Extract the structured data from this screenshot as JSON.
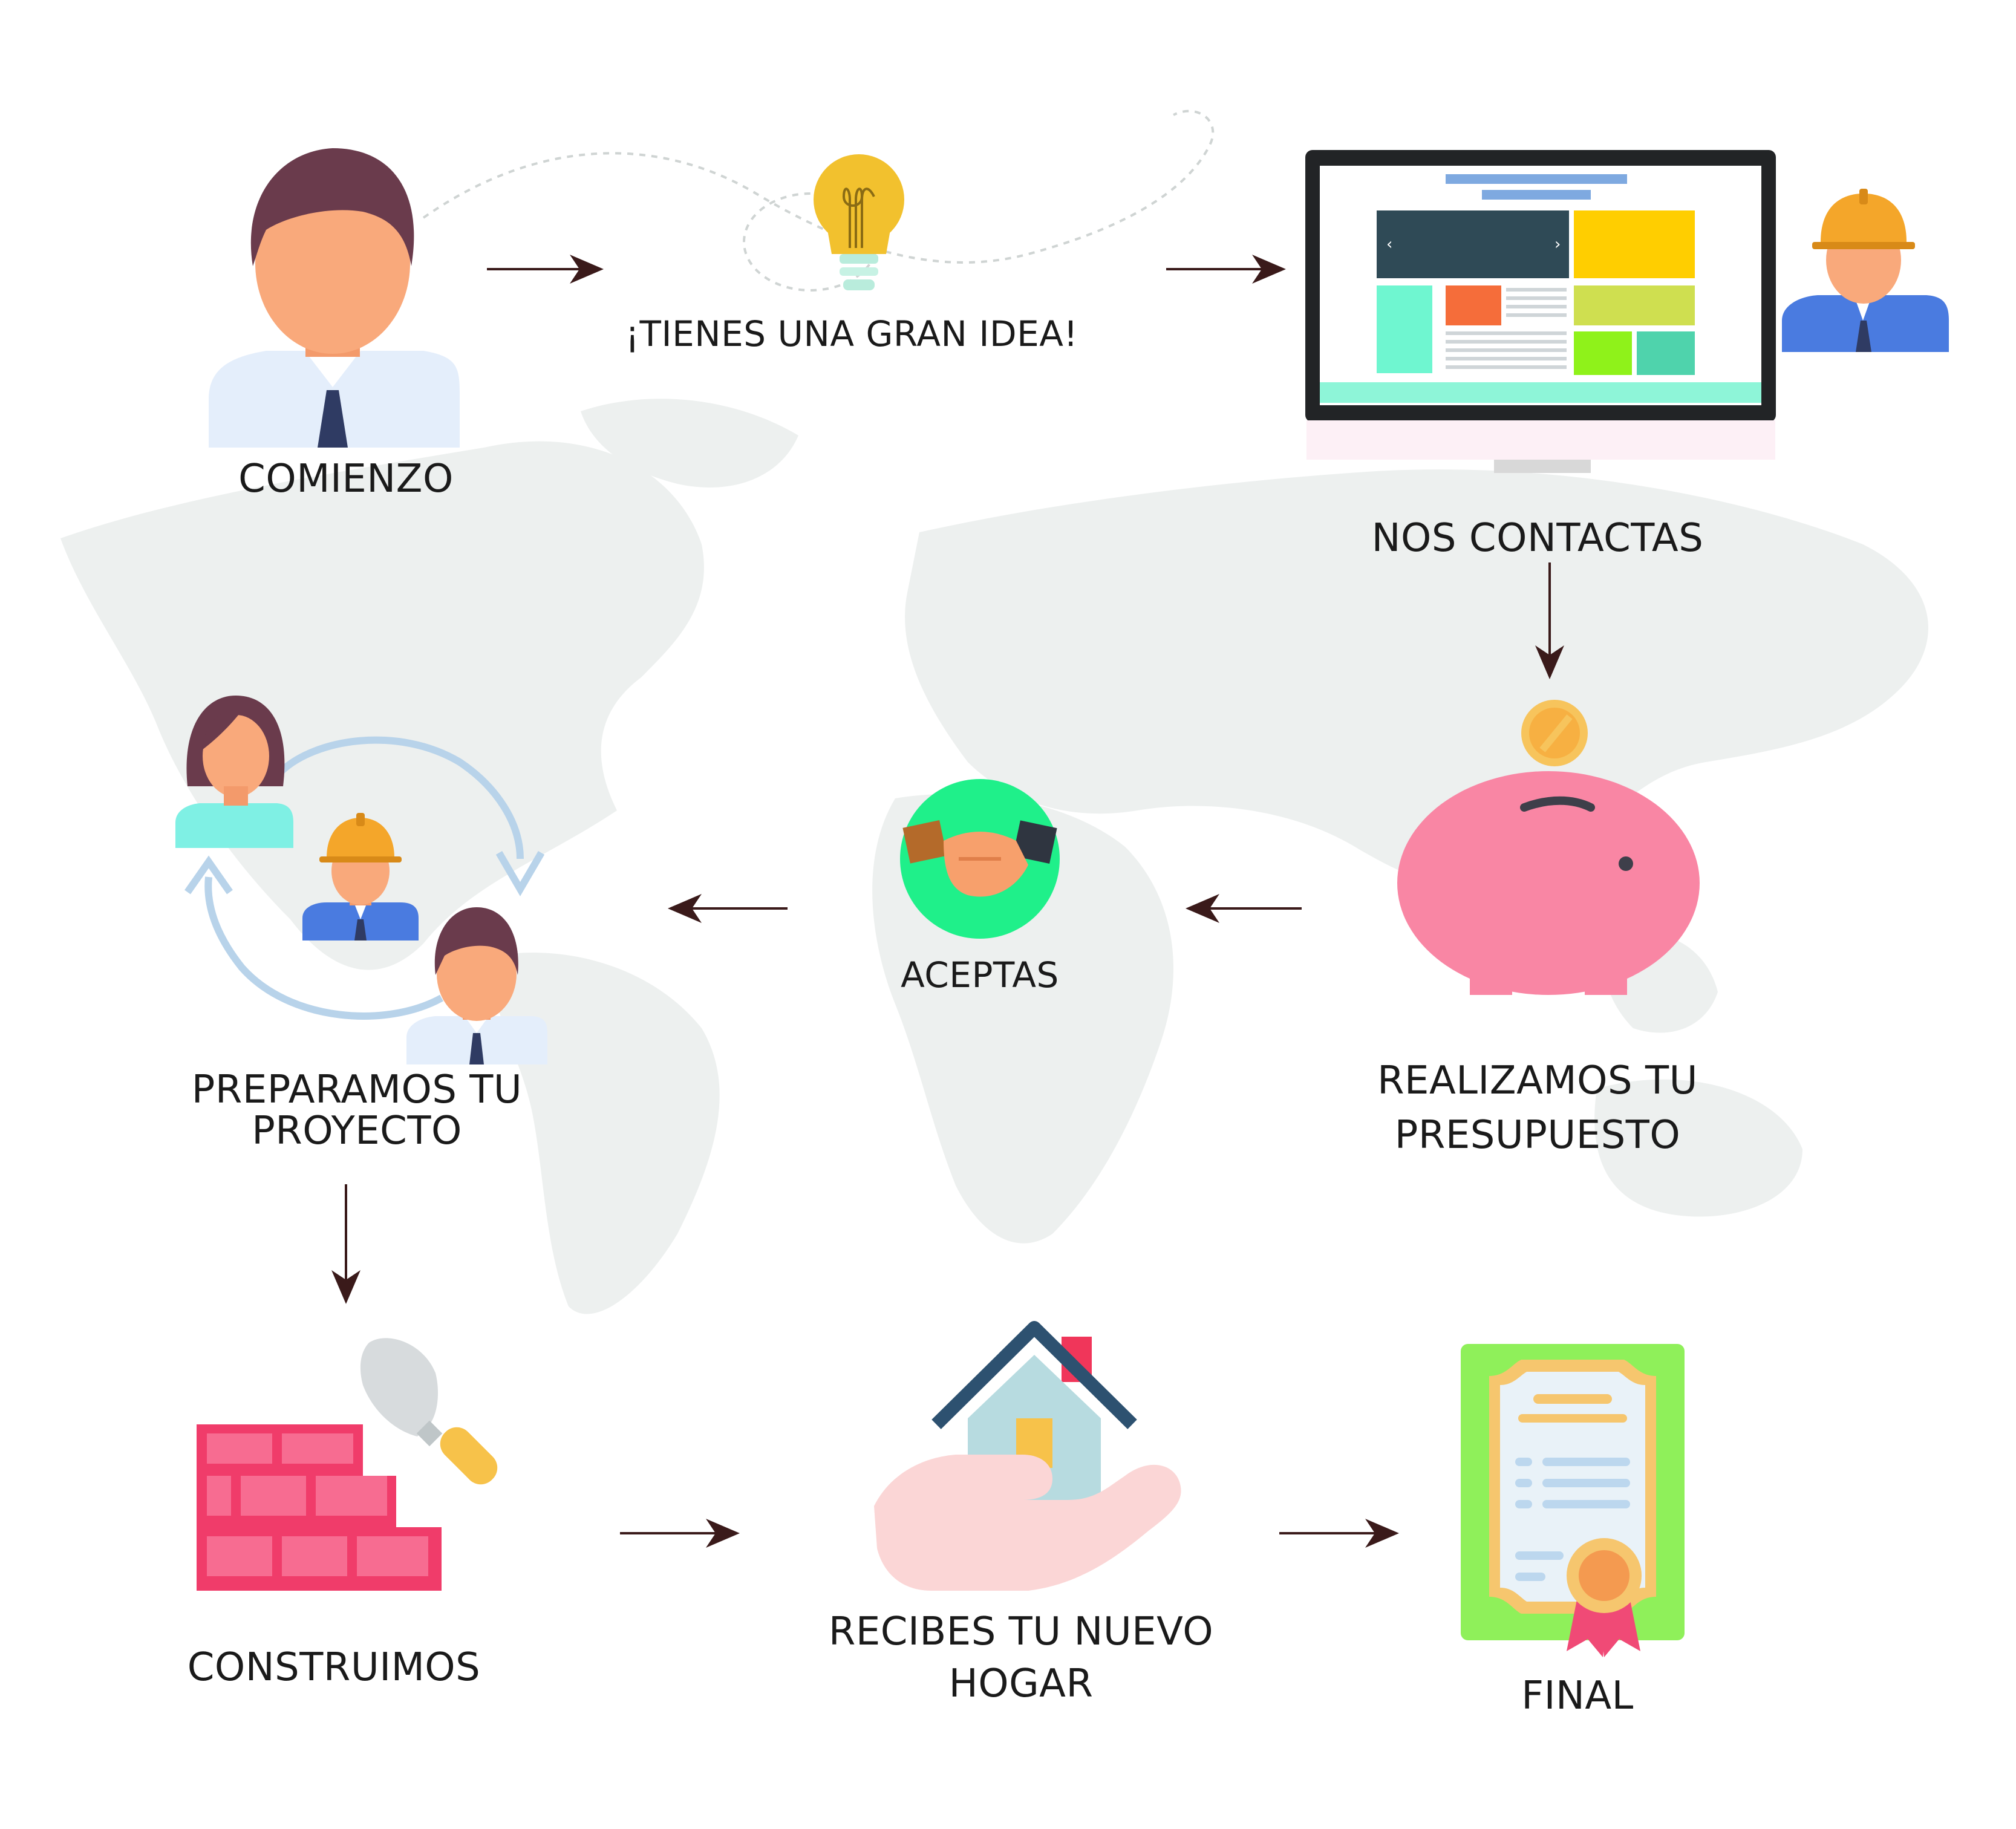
{
  "steps": {
    "comienzo": {
      "label": "COMIENZO"
    },
    "idea": {
      "label": "¡TIENES UNA GRAN IDEA!"
    },
    "contacto": {
      "label": "NOS CONTACTAS"
    },
    "presupuesto": {
      "label_line1": "REALIZAMOS TU",
      "label_line2": "PRESUPUESTO"
    },
    "aceptas": {
      "label": "ACEPTAS"
    },
    "preparamos": {
      "label_line1": "PREPARAMOS TU",
      "label_line2": "PROYECTO"
    },
    "construimos": {
      "label": "CONSTRUIMOS"
    },
    "hogar": {
      "label_line1": "RECIBES TU NUEVO",
      "label_line2": "HOGAR"
    },
    "final": {
      "label": "FINAL"
    }
  },
  "icons": {
    "comienzo": "businessman-icon",
    "idea": "lightbulb-icon",
    "contacto": "computer-website-icon",
    "contacto_extra": "construction-worker-icon",
    "presupuesto": "piggy-bank-coin-icon",
    "aceptas": "handshake-icon",
    "preparamos": "team-cycle-icon",
    "construimos": "brick-wall-trowel-icon",
    "hogar": "house-in-hand-icon",
    "final": "certificate-icon"
  },
  "colors": {
    "arrow": "#3a1a1a",
    "map": "#edf0ef",
    "skin": "#f9a97b",
    "hair": "#6a3b4c",
    "shirt": "#e4eefb",
    "tie": "#2f3b63",
    "helmet": "#f4a62a",
    "worker_shirt": "#4a7be0",
    "bulb": "#f2c12e",
    "piggy": "#f986a4",
    "coin": "#f7c45c",
    "handshake_bg": "#1ff08a",
    "brick": "#f03c6a",
    "trowel": "#f7c24a",
    "house_wall": "#b7dbe0",
    "house_roof": "#2d5170",
    "certificate_frame": "#8ff05a",
    "ribbon": "#f04a76"
  }
}
